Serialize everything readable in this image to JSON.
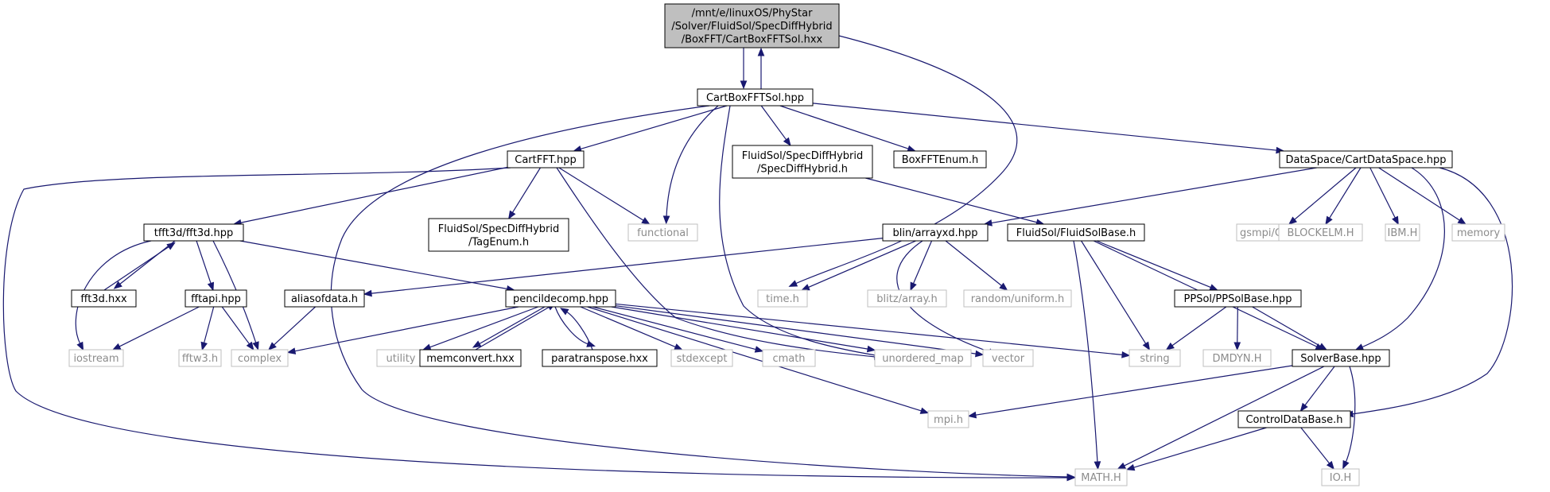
{
  "colors": {
    "edge": "#191970",
    "focus_fill": "#bfbfbf",
    "documented_border": "#000000",
    "documented_text": "#000000",
    "external_border": "#bfbfbf",
    "external_text": "#8c8c8c"
  },
  "nodes": {
    "root": {
      "lines": [
        "/mnt/e/linuxOS/PhyStar",
        "/Solver/FluidSol/SpecDiffHybrid",
        "/BoxFFT/CartBoxFFTSol.hxx"
      ],
      "style": "focus"
    },
    "cartboxfftsol": {
      "lines": [
        "CartBoxFFTSol.hpp"
      ],
      "style": "doc"
    },
    "cartfft": {
      "lines": [
        "CartFFT.hpp"
      ],
      "style": "doc"
    },
    "specdiffhybrid": {
      "lines": [
        "FluidSol/SpecDiffHybrid",
        "/SpecDiffHybrid.h"
      ],
      "style": "doc"
    },
    "boxfftenum": {
      "lines": [
        "BoxFFTEnum.h"
      ],
      "style": "doc"
    },
    "cartdataspace": {
      "lines": [
        "DataSpace/CartDataSpace.hpp"
      ],
      "style": "doc"
    },
    "tfft3d": {
      "lines": [
        "tfft3d/fft3d.hpp"
      ],
      "style": "doc"
    },
    "tagenum": {
      "lines": [
        "FluidSol/SpecDiffHybrid",
        "/TagEnum.h"
      ],
      "style": "doc"
    },
    "functional": {
      "lines": [
        "functional"
      ],
      "style": "ext"
    },
    "arrayxd": {
      "lines": [
        "blin/arrayxd.hpp"
      ],
      "style": "doc"
    },
    "fluidsolbase": {
      "lines": [
        "FluidSol/FluidSolBase.h"
      ],
      "style": "doc"
    },
    "gsmpi": {
      "lines": [
        "gsmpi/GSMPI.H"
      ],
      "style": "ext"
    },
    "blockelm": {
      "lines": [
        "BLOCKELM.H"
      ],
      "style": "ext"
    },
    "ibm": {
      "lines": [
        "IBM.H"
      ],
      "style": "ext"
    },
    "memory": {
      "lines": [
        "memory"
      ],
      "style": "ext"
    },
    "fft3dhxx": {
      "lines": [
        "fft3d.hxx"
      ],
      "style": "doc"
    },
    "fftapi": {
      "lines": [
        "fftapi.hpp"
      ],
      "style": "doc"
    },
    "aliasofdata": {
      "lines": [
        "aliasofdata.h"
      ],
      "style": "doc"
    },
    "pencildecomp": {
      "lines": [
        "pencildecomp.hpp"
      ],
      "style": "doc"
    },
    "timeh": {
      "lines": [
        "time.h"
      ],
      "style": "ext"
    },
    "blitz": {
      "lines": [
        "blitz/array.h"
      ],
      "style": "ext"
    },
    "random": {
      "lines": [
        "random/uniform.h"
      ],
      "style": "ext"
    },
    "ppsolbase": {
      "lines": [
        "PPSol/PPSolBase.hpp"
      ],
      "style": "doc"
    },
    "iostream": {
      "lines": [
        "iostream"
      ],
      "style": "ext"
    },
    "fftw3": {
      "lines": [
        "fftw3.h"
      ],
      "style": "ext"
    },
    "complex": {
      "lines": [
        "complex"
      ],
      "style": "ext"
    },
    "utility": {
      "lines": [
        "utility"
      ],
      "style": "ext"
    },
    "memconvert": {
      "lines": [
        "memconvert.hxx"
      ],
      "style": "doc"
    },
    "paratranspose": {
      "lines": [
        "paratranspose.hxx"
      ],
      "style": "doc"
    },
    "stdexcept": {
      "lines": [
        "stdexcept"
      ],
      "style": "ext"
    },
    "cmath": {
      "lines": [
        "cmath"
      ],
      "style": "ext"
    },
    "unordered_map": {
      "lines": [
        "unordered_map"
      ],
      "style": "ext"
    },
    "vector": {
      "lines": [
        "vector"
      ],
      "style": "ext"
    },
    "string": {
      "lines": [
        "string"
      ],
      "style": "ext"
    },
    "dmdyn": {
      "lines": [
        "DMDYN.H"
      ],
      "style": "ext"
    },
    "solverbase": {
      "lines": [
        "SolverBase.hpp"
      ],
      "style": "doc"
    },
    "mpih": {
      "lines": [
        "mpi.h"
      ],
      "style": "ext"
    },
    "controldatabase": {
      "lines": [
        "ControlDataBase.h"
      ],
      "style": "doc"
    },
    "mathh": {
      "lines": [
        "MATH.H"
      ],
      "style": "ext"
    },
    "ioh": {
      "lines": [
        "IO.H"
      ],
      "style": "ext"
    }
  },
  "edges": [
    [
      "root",
      "cartboxfftsol"
    ],
    [
      "cartboxfftsol",
      "root"
    ],
    [
      "root",
      "timeh"
    ],
    [
      "cartboxfftsol",
      "cartfft"
    ],
    [
      "cartboxfftsol",
      "specdiffhybrid"
    ],
    [
      "cartboxfftsol",
      "boxfftenum"
    ],
    [
      "cartboxfftsol",
      "cartdataspace"
    ],
    [
      "cartboxfftsol",
      "functional"
    ],
    [
      "cartboxfftsol",
      "unordered_map"
    ],
    [
      "cartboxfftsol",
      "mathh"
    ],
    [
      "cartfft",
      "tfft3d"
    ],
    [
      "cartfft",
      "tagenum"
    ],
    [
      "cartfft",
      "functional"
    ],
    [
      "cartfft",
      "unordered_map"
    ],
    [
      "cartfft",
      "mathh"
    ],
    [
      "specdiffhybrid",
      "fluidsolbase"
    ],
    [
      "cartdataspace",
      "arrayxd"
    ],
    [
      "cartdataspace",
      "gsmpi"
    ],
    [
      "cartdataspace",
      "blockelm"
    ],
    [
      "cartdataspace",
      "ibm"
    ],
    [
      "cartdataspace",
      "memory"
    ],
    [
      "cartdataspace",
      "solverbase"
    ],
    [
      "cartdataspace",
      "controldatabase"
    ],
    [
      "tfft3d",
      "fft3dhxx"
    ],
    [
      "fft3dhxx",
      "tfft3d"
    ],
    [
      "tfft3d",
      "fftapi"
    ],
    [
      "tfft3d",
      "pencildecomp"
    ],
    [
      "tfft3d",
      "iostream"
    ],
    [
      "tfft3d",
      "complex"
    ],
    [
      "fftapi",
      "iostream"
    ],
    [
      "fftapi",
      "fftw3"
    ],
    [
      "fftapi",
      "complex"
    ],
    [
      "aliasofdata",
      "complex"
    ],
    [
      "arrayxd",
      "aliasofdata"
    ],
    [
      "arrayxd",
      "timeh"
    ],
    [
      "arrayxd",
      "blitz"
    ],
    [
      "arrayxd",
      "random"
    ],
    [
      "arrayxd",
      "vector"
    ],
    [
      "pencildecomp",
      "complex"
    ],
    [
      "pencildecomp",
      "utility"
    ],
    [
      "pencildecomp",
      "memconvert"
    ],
    [
      "memconvert",
      "pencildecomp"
    ],
    [
      "pencildecomp",
      "paratranspose"
    ],
    [
      "paratranspose",
      "pencildecomp"
    ],
    [
      "pencildecomp",
      "stdexcept"
    ],
    [
      "pencildecomp",
      "cmath"
    ],
    [
      "pencildecomp",
      "unordered_map"
    ],
    [
      "pencildecomp",
      "vector"
    ],
    [
      "pencildecomp",
      "string"
    ],
    [
      "pencildecomp",
      "mpih"
    ],
    [
      "fluidsolbase",
      "ppsolbase"
    ],
    [
      "fluidsolbase",
      "string"
    ],
    [
      "fluidsolbase",
      "mathh"
    ],
    [
      "fluidsolbase",
      "solverbase"
    ],
    [
      "ppsolbase",
      "string"
    ],
    [
      "ppsolbase",
      "dmdyn"
    ],
    [
      "ppsolbase",
      "solverbase"
    ],
    [
      "solverbase",
      "mpih"
    ],
    [
      "solverbase",
      "controldatabase"
    ],
    [
      "solverbase",
      "mathh"
    ],
    [
      "solverbase",
      "ioh"
    ],
    [
      "controldatabase",
      "mathh"
    ],
    [
      "controldatabase",
      "ioh"
    ]
  ]
}
